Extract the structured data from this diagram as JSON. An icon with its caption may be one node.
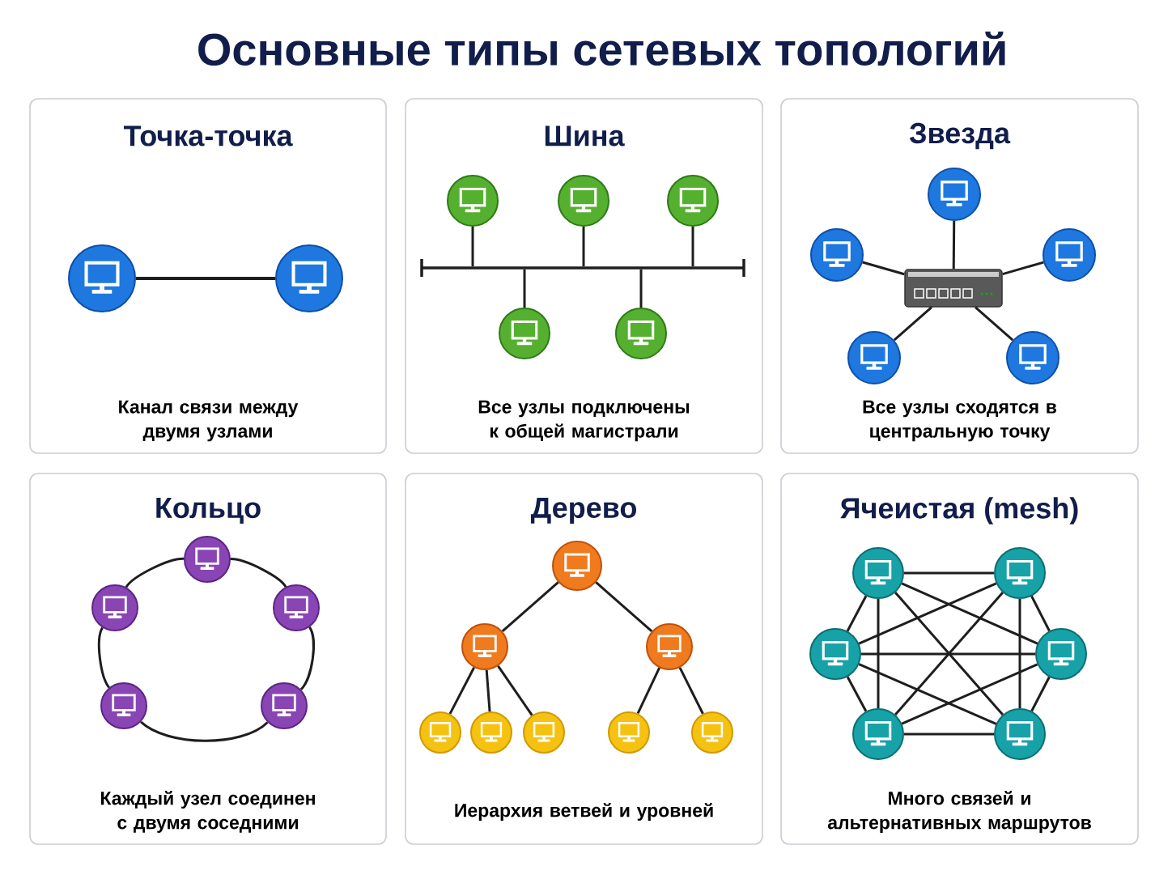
{
  "diagram": {
    "title": "Основные типы сетевых топологий",
    "nodes": [
      {
        "text": [
          "Точка-точка",
          "Канал связи между двумя узлами"
        ]
      },
      {
        "text": [],
        "shape": "circle",
        "in": 0
      },
      {
        "text": [],
        "shape": "circle",
        "in": 0
      },
      {
        "text": [
          "Шина",
          "Все узлы подключены к общей магистрали"
        ]
      },
      {
        "text": [],
        "shape": "circle",
        "in": 3
      },
      {
        "text": [],
        "shape": "circle",
        "in": 3
      },
      {
        "text": [],
        "shape": "circle",
        "in": 3
      },
      {
        "text": [],
        "shape": "bar",
        "in": 3
      },
      {
        "text": [],
        "shape": "circle",
        "in": 3
      },
      {
        "text": [],
        "shape": "circle",
        "in": 3
      },
      {
        "text": [
          "Звезда",
          "Все узлы сходятся в центральную точку"
        ]
      },
      {
        "text": [],
        "shape": "circle",
        "in": 10
      },
      {
        "text": [],
        "shape": "circle",
        "in": 10
      },
      {
        "text": [],
        "shape": "circle",
        "in": 10
      },
      {
        "text": [],
        "shape": "box",
        "in": 10
      },
      {
        "text": [],
        "shape": "circle",
        "in": 10
      },
      {
        "text": [],
        "shape": "circle",
        "in": 10
      },
      {
        "text": [
          "Кольцо",
          "Каждый узел соединен с двумя соседними"
        ]
      },
      {
        "text": [],
        "shape": "circle",
        "in": 17
      },
      {
        "text": [],
        "shape": "circle",
        "in": 17
      },
      {
        "text": [],
        "shape": "circle",
        "in": 17
      },
      {
        "text": [],
        "shape": "circle",
        "in": 17
      },
      {
        "text": [],
        "shape": "circle",
        "in": 17
      },
      {
        "text": [
          "Дерево",
          "Иерархия ветвей и уровней"
        ]
      },
      {
        "text": [],
        "shape": "circle",
        "in": 23
      },
      {
        "text": [],
        "shape": "circle",
        "in": 23
      },
      {
        "text": [],
        "shape": "circle",
        "in": 23
      },
      {
        "text": [],
        "shape": "circle",
        "in": 23
      },
      {
        "text": [],
        "shape": "circle",
        "in": 23
      },
      {
        "text": [],
        "shape": "circle",
        "in": 23
      },
      {
        "text": [],
        "shape": "circle",
        "in": 23
      },
      {
        "text": [],
        "shape": "circle",
        "in": 23
      },
      {
        "text": [
          "Ячеистая (mesh)",
          "Много связей и альтернативных маршрутов"
        ]
      },
      {
        "text": [],
        "shape": "circle",
        "in": 32
      },
      {
        "text": [],
        "shape": "circle",
        "in": 32
      },
      {
        "text": [],
        "shape": "circle",
        "in": 32
      },
      {
        "text": [],
        "shape": "circle",
        "in": 32
      },
      {
        "text": [],
        "shape": "circle",
        "in": 32
      },
      {
        "text": [],
        "shape": "circle",
        "in": 32
      }
    ],
    "edges": [
      {
        "from": 1,
        "to": 2,
        "arrow": "none"
      },
      {
        "from": 4,
        "to": 7,
        "arrow": "none"
      },
      {
        "from": 5,
        "to": 7,
        "arrow": "none"
      },
      {
        "from": 6,
        "to": 7,
        "arrow": "none"
      },
      {
        "from": 8,
        "to": 7,
        "arrow": "none"
      },
      {
        "from": 9,
        "to": 7,
        "arrow": "none"
      },
      {
        "from": 11,
        "to": 14,
        "arrow": "none"
      },
      {
        "from": 12,
        "to": 14,
        "arrow": "none"
      },
      {
        "from": 13,
        "to": 14,
        "arrow": "none"
      },
      {
        "from": 15,
        "to": 14,
        "arrow": "none"
      },
      {
        "from": 16,
        "to": 14,
        "arrow": "none"
      },
      {
        "from": 18,
        "to": 20,
        "arrow": "none"
      },
      {
        "from": 20,
        "to": 22,
        "arrow": "none"
      },
      {
        "from": 22,
        "to": 21,
        "arrow": "none"
      },
      {
        "from": 21,
        "to": 19,
        "arrow": "none"
      },
      {
        "from": 19,
        "to": 18,
        "arrow": "none"
      },
      {
        "from": 24,
        "to": 25,
        "arrow": "none"
      },
      {
        "from": 24,
        "to": 26,
        "arrow": "none"
      },
      {
        "from": 25,
        "to": 27,
        "arrow": "none"
      },
      {
        "from": 25,
        "to": 28,
        "arrow": "none"
      },
      {
        "from": 25,
        "to": 29,
        "arrow": "none"
      },
      {
        "from": 26,
        "to": 30,
        "arrow": "none"
      },
      {
        "from": 26,
        "to": 31,
        "arrow": "none"
      },
      {
        "from": 33,
        "to": 34,
        "arrow": "none"
      },
      {
        "from": 33,
        "to": 35,
        "arrow": "none"
      },
      {
        "from": 33,
        "to": 36,
        "arrow": "none"
      },
      {
        "from": 33,
        "to": 37,
        "arrow": "none"
      },
      {
        "from": 33,
        "to": 38,
        "arrow": "none"
      },
      {
        "from": 34,
        "to": 35,
        "arrow": "none"
      },
      {
        "from": 34,
        "to": 36,
        "arrow": "none"
      },
      {
        "from": 34,
        "to": 37,
        "arrow": "none"
      },
      {
        "from": 34,
        "to": 38,
        "arrow": "none"
      },
      {
        "from": 35,
        "to": 36,
        "arrow": "none"
      },
      {
        "from": 35,
        "to": 37,
        "arrow": "none"
      },
      {
        "from": 35,
        "to": 38,
        "arrow": "none"
      },
      {
        "from": 36,
        "to": 37,
        "arrow": "none"
      },
      {
        "from": 36,
        "to": 38,
        "arrow": "none"
      },
      {
        "from": 37,
        "to": 38,
        "arrow": "none"
      }
    ]
  }
}
